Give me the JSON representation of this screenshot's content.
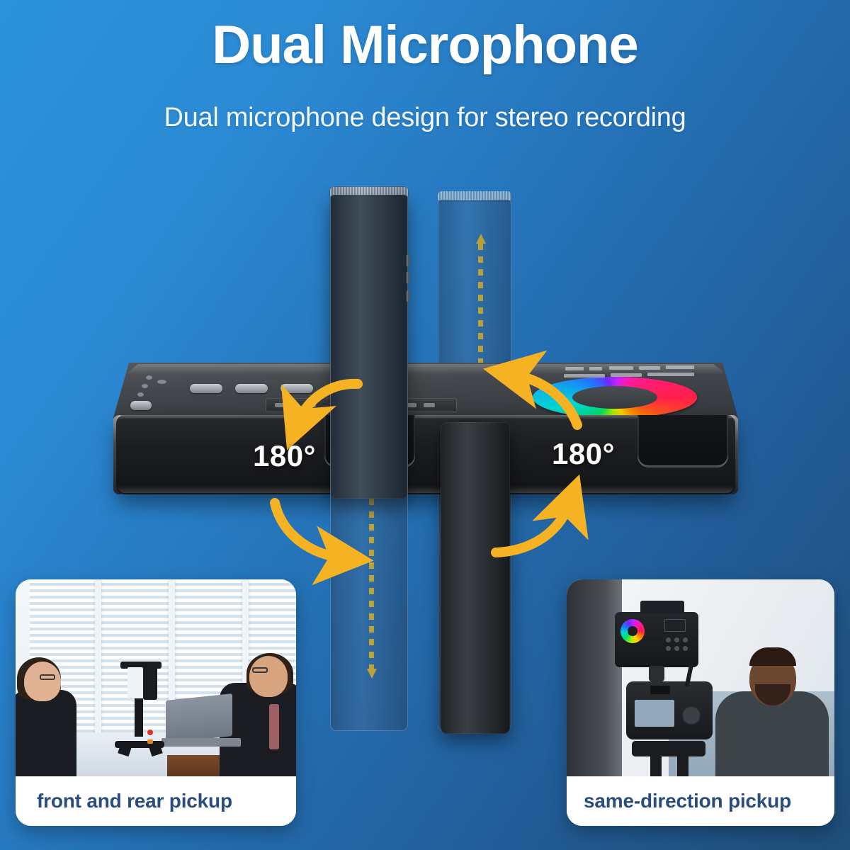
{
  "page": {
    "title": "Dual Microphone",
    "subtitle": "Dual microphone design for stereo recording",
    "background_gradient_from": "#2b93db",
    "background_gradient_to": "#1f4e79"
  },
  "diagram": {
    "rotation_label_left": "180°",
    "rotation_label_right": "180°",
    "accent_arrow_color": "#f5b324",
    "axis_color": "#f5c518",
    "microphones": [
      {
        "name": "left-microphone-solid",
        "style": "solid"
      },
      {
        "name": "left-microphone-ghost",
        "style": "translucent"
      },
      {
        "name": "right-microphone-ghost",
        "style": "translucent"
      },
      {
        "name": "right-microphone-solid",
        "style": "solid"
      }
    ],
    "device": {
      "name": "rgb-led-video-light-panel",
      "rgb_wheel": true,
      "mic_slots": 2
    }
  },
  "cards": [
    {
      "caption": "front and rear pickup",
      "scene": "two people in an office interview with a phone rig on a tripod between them",
      "caption_color": "#2a4d7e"
    },
    {
      "caption": "same-direction pickup",
      "scene": "DSLR camera on a tripod with an RGB light panel mounted on top, creator seated behind",
      "caption_color": "#2a4d7e"
    }
  ]
}
